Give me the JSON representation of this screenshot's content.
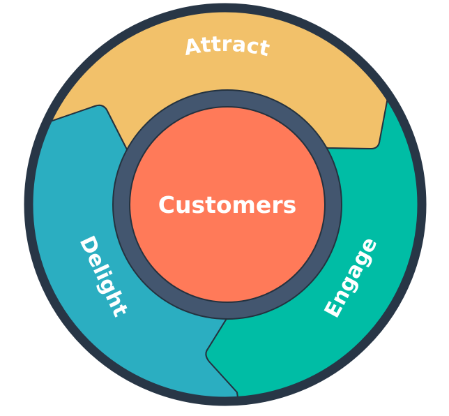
{
  "diagram": {
    "type": "flywheel",
    "center": {
      "label": "Customers",
      "color": "#FF7A59"
    },
    "segments": [
      {
        "id": "attract",
        "label": "Attract",
        "color": "#F2C16A"
      },
      {
        "id": "engage",
        "label": "Engage",
        "color": "#00BDA5"
      },
      {
        "id": "delight",
        "label": "Delight",
        "color": "#2BAEC1"
      }
    ],
    "colors": {
      "outer_ring": "#283646",
      "inner_ring": "#43566F",
      "outline": "#24323F",
      "text": "#FFFFFF"
    }
  }
}
